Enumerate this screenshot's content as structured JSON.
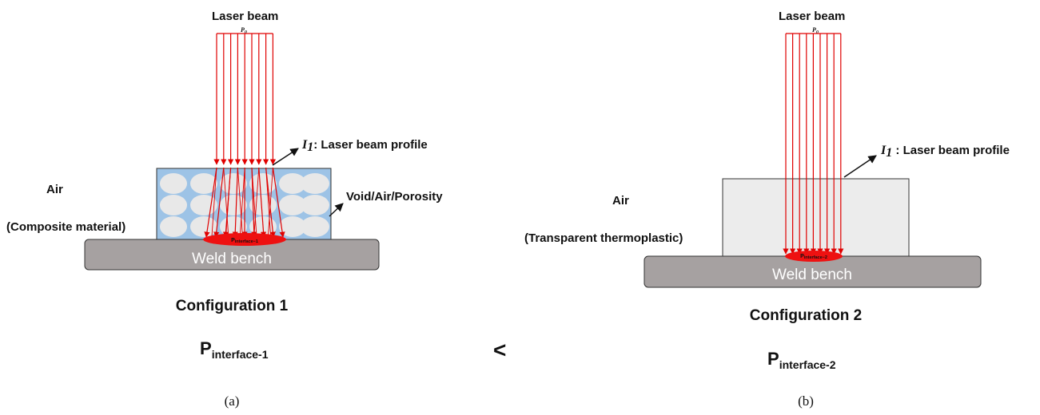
{
  "panel_a": {
    "laser_label": "Laser beam",
    "p0_base": "P",
    "p0_sub": "0",
    "profile_symbol": "I",
    "profile_symbol_sub": "1",
    "profile_label": ": Laser beam profile",
    "void_label": "Void/Air/Porosity",
    "air_label": "Air",
    "material_label": "(Composite material)",
    "interface_base": "P",
    "interface_sub": "interface−1",
    "bench_label": "Weld bench",
    "config_title": "Configuration 1",
    "power_base": "P",
    "power_sub": "interface-1",
    "caption": "(a)"
  },
  "comparison_symbol": "<",
  "panel_b": {
    "laser_label": "Laser beam",
    "p0_base": "P",
    "p0_sub": "0",
    "profile_symbol": "I",
    "profile_symbol_sub": "1",
    "profile_label": " : Laser beam profile",
    "air_label": "Air",
    "material_label": "(Transparent thermoplastic)",
    "interface_base": "P",
    "interface_sub": "interface−2",
    "bench_label": "Weld bench",
    "config_title": "Configuration 2",
    "power_base": "P",
    "power_sub": "interface-2",
    "caption": "(b)"
  },
  "colors": {
    "beam": "#e00000",
    "composite_fill": "#9dc3e6",
    "void_fill": "#e8e8e8",
    "thermoplastic_fill": "#ececec",
    "bench_fill": "#a6a1a1",
    "interface_fill": "#ee1111"
  }
}
